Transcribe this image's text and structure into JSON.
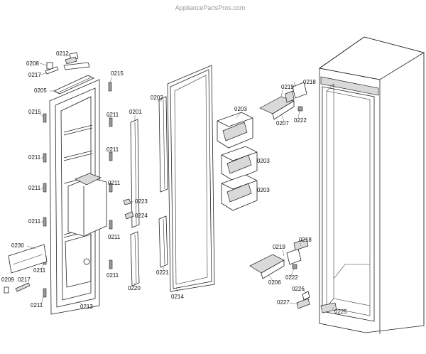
{
  "watermark": "AppliancePartsPros.com",
  "labels": {
    "l0208": "0208",
    "l0212": "0212",
    "l0217a": "0217",
    "l0205": "0205",
    "l0215a": "0215",
    "l0215b": "0215",
    "l0211a": "0211",
    "l0211b": "0211",
    "l0211c": "0211",
    "l0211d": "0211",
    "l0211e": "0211",
    "l0211f": "0211",
    "l0211g": "0211",
    "l0211h": "0211",
    "l0211i": "0211",
    "l0211j": "0211",
    "l0201": "0201",
    "l0202": "0202",
    "l0223": "0223",
    "l0224": "0224",
    "l0220": "0220",
    "l0221": "0221",
    "l0214": "0214",
    "l0213": "0213",
    "l0230": "0230",
    "l0209": "0209",
    "l0217b": "0217",
    "l0203a": "0203",
    "l0203b": "0203",
    "l0203c": "0203",
    "l0219a": "0219",
    "l0218a": "0218",
    "l0207": "0207",
    "l0222a": "0222",
    "l0219b": "0219",
    "l0218b": "0218",
    "l0206": "0206",
    "l0222b": "0222",
    "l0226": "0226",
    "l0227": "0227",
    "l0225": "0225"
  }
}
